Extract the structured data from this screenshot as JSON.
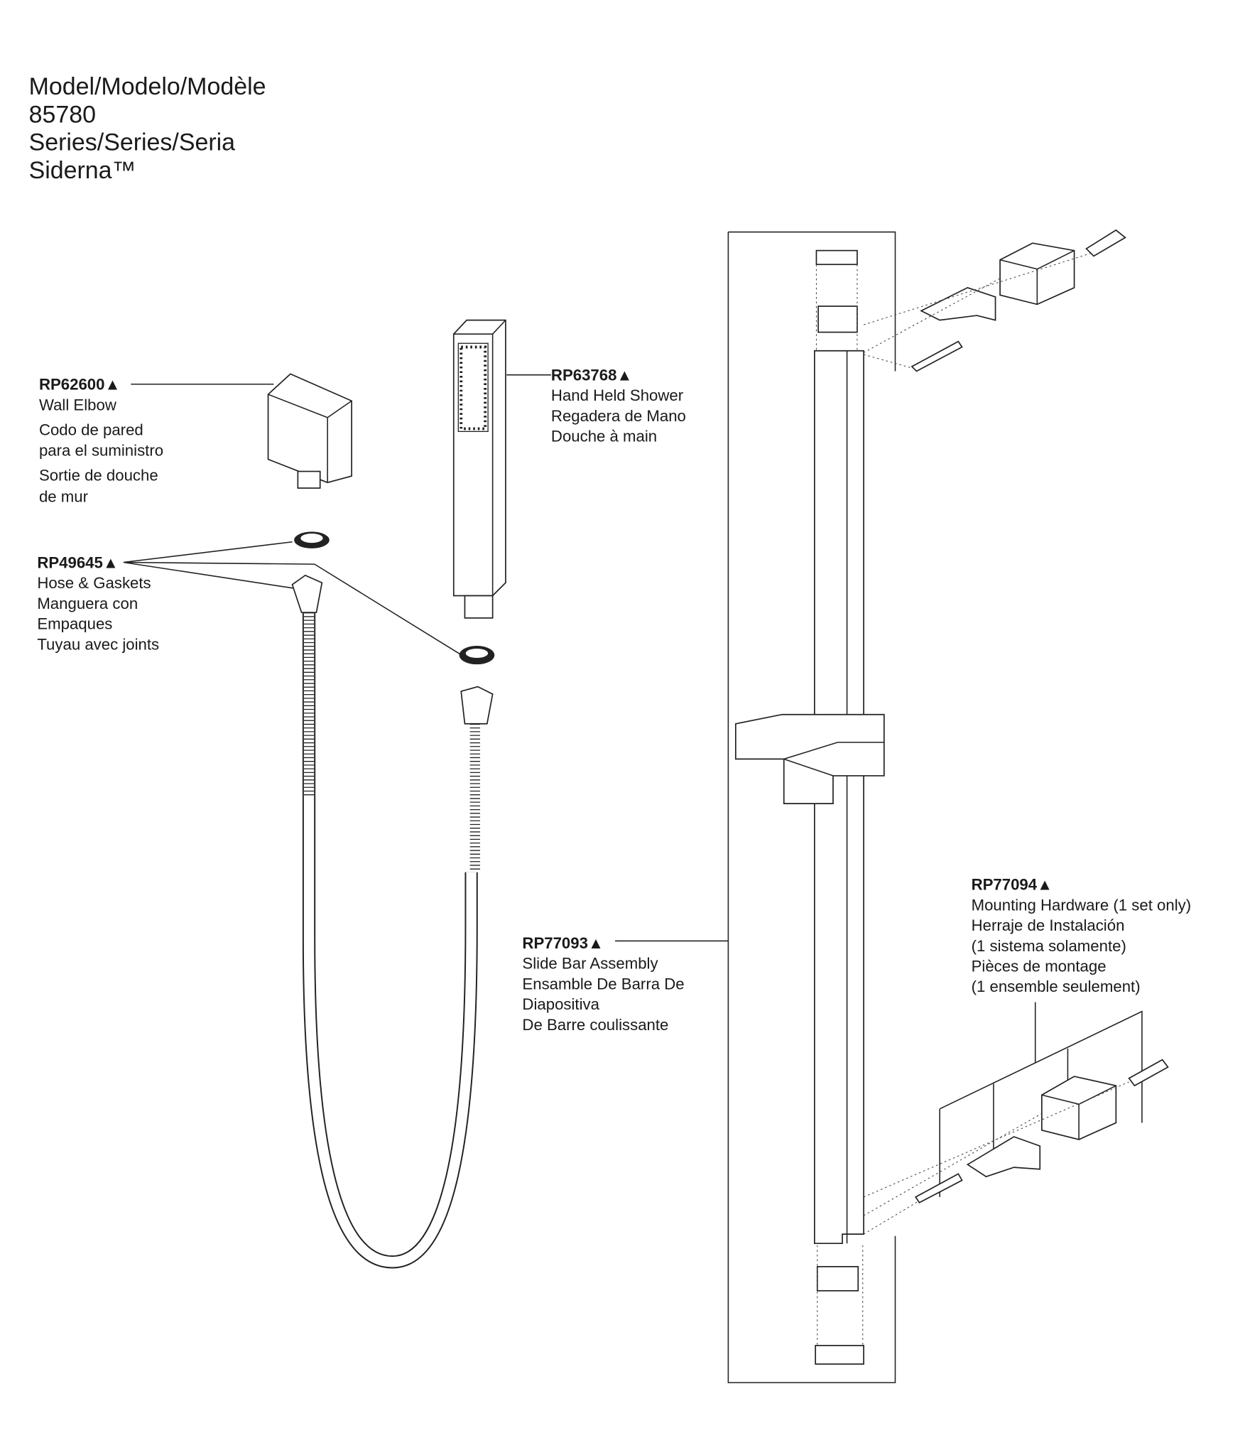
{
  "header": {
    "model_label": "Model/Modelo/Modèle",
    "model_number": "85780",
    "series_label": "Series/Series/Seria",
    "series_name": "Siderna™"
  },
  "parts": [
    {
      "number": "RP62600▲",
      "lines": [
        "Wall Elbow",
        "Codo de pared",
        "para el suministro",
        "Sortie de douche",
        "de mur"
      ]
    },
    {
      "number": "RP63768▲",
      "lines": [
        "Hand Held Shower",
        "Regadera de Mano",
        "Douche à main"
      ]
    },
    {
      "number": "RP49645▲",
      "lines": [
        "Hose & Gaskets",
        "Manguera con",
        "Empaques",
        "Tuyau avec joints"
      ]
    },
    {
      "number": "RP77093▲",
      "lines": [
        "Slide Bar Assembly",
        "Ensamble De Barra De",
        "Diapositiva",
        "De Barre coulissante"
      ]
    },
    {
      "number": "RP77094▲",
      "lines": [
        "Mounting Hardware (1 set only)",
        "Herraje de Instalación",
        "(1 sistema solamente)",
        "Pièces de montage",
        "(1 ensemble seulement)"
      ]
    }
  ]
}
